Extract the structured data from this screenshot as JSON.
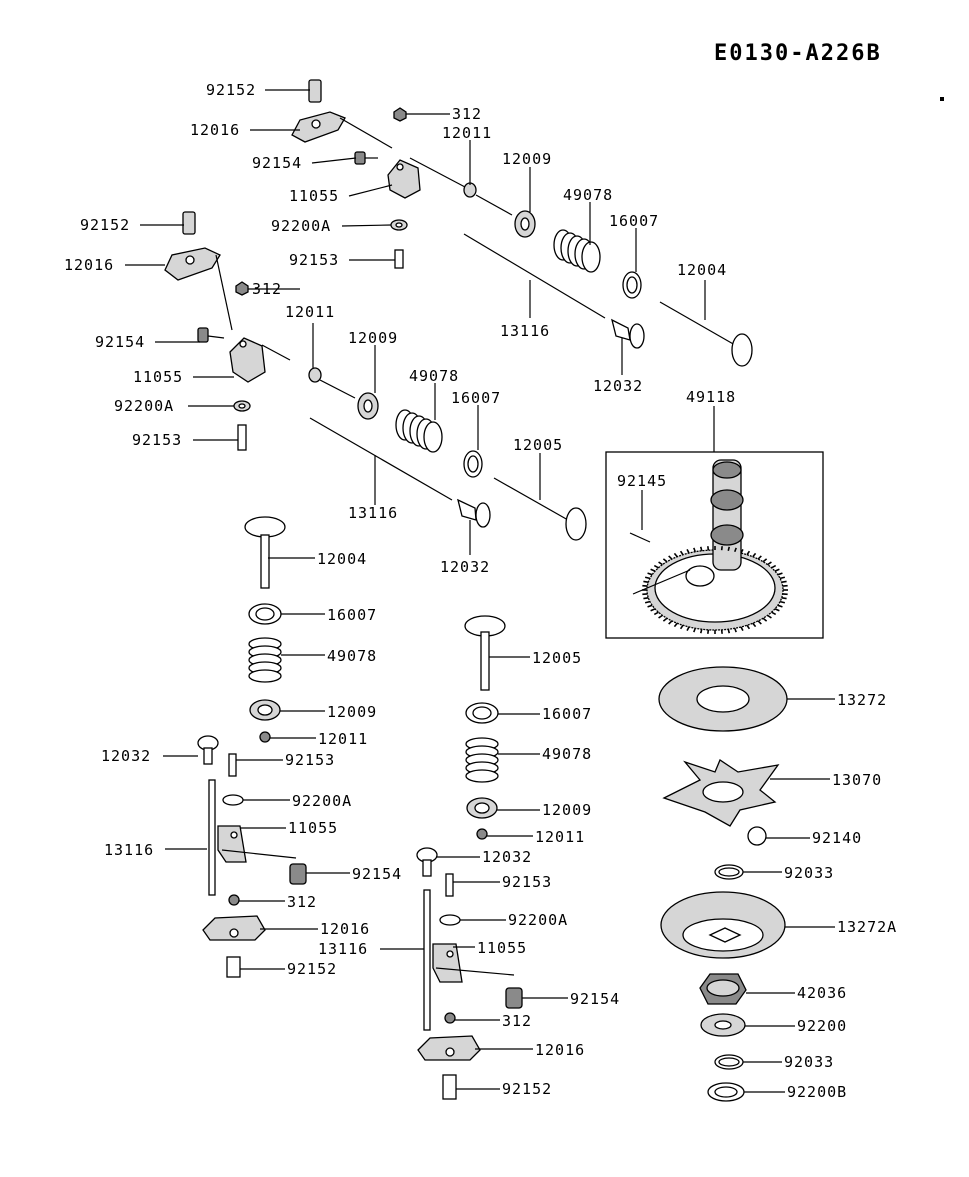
{
  "diagram_code": "E0130-A226B",
  "part_numbers": {
    "p92152": "92152",
    "p12016": "12016",
    "p92154": "92154",
    "p11055": "11055",
    "p92200A": "92200A",
    "p92153": "92153",
    "p312": "312",
    "p12011": "12011",
    "p12009": "12009",
    "p49078": "49078",
    "p16007": "16007",
    "p12004": "12004",
    "p12005": "12005",
    "p13116": "13116",
    "p12032": "12032",
    "p49118": "49118",
    "p92145": "92145",
    "p13272": "13272",
    "p13070": "13070",
    "p92140": "92140",
    "p92033": "92033",
    "p13272A": "13272A",
    "p42036": "42036",
    "p92200": "92200",
    "p92200B": "92200B"
  }
}
